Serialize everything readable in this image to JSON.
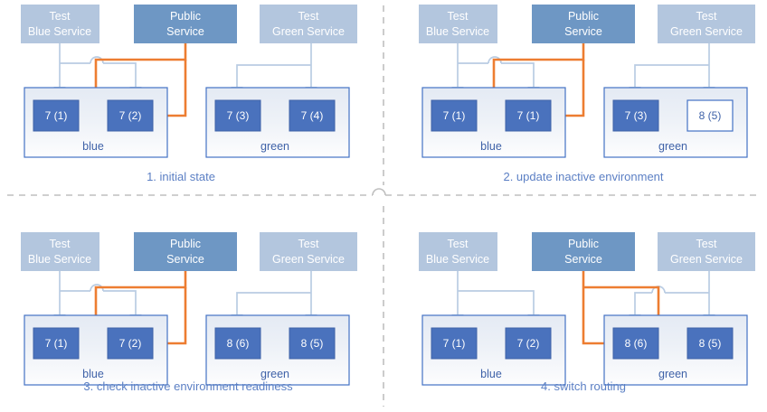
{
  "figure": {
    "title_present": false,
    "panel_count": 4
  },
  "colors": {
    "test_service_fill": "#B3C6DE",
    "public_service_fill": "#6E97C4",
    "version_box_fill": "#4A72BD",
    "version_box_border": "#3F62A8",
    "version_box_ghost_fill": "#FFFFFF",
    "env_box_fill": "#EDF1F7",
    "env_box_border": "#4472C4",
    "light_arrow": "#B9CCE3",
    "orange_arrow": "#ED7D31",
    "caption_text": "#5B7FC4",
    "divider": "#BFBFBF",
    "service_text": "#FFFFFF",
    "env_text": "#3F62A8"
  },
  "services": {
    "test_blue": {
      "line1": "Test",
      "line2": "Blue Service"
    },
    "public": {
      "line1": "Public",
      "line2": "Service"
    },
    "test_green": {
      "line1": "Test",
      "line2": "Green Service"
    }
  },
  "environments": {
    "blue_label": "blue",
    "green_label": "green"
  },
  "panels": [
    {
      "id": "panel-1",
      "caption": "1. initial state",
      "blue_env": {
        "label": "blue",
        "instances": [
          {
            "text": "7 (1)",
            "style": "filled"
          },
          {
            "text": "7 (2)",
            "style": "filled"
          }
        ]
      },
      "green_env": {
        "label": "green",
        "instances": [
          {
            "text": "7 (3)",
            "style": "filled"
          },
          {
            "text": "7 (4)",
            "style": "filled"
          }
        ]
      },
      "public_routes_to": "blue",
      "test_blue_targets": [
        "7 (1)",
        "7 (2)"
      ],
      "test_green_targets": [
        "7 (3)",
        "7 (4)"
      ]
    },
    {
      "id": "panel-2",
      "caption": "2. update inactive environment",
      "blue_env": {
        "label": "blue",
        "instances": [
          {
            "text": "7 (1)",
            "style": "filled"
          },
          {
            "text": "7 (1)",
            "style": "filled"
          }
        ]
      },
      "green_env": {
        "label": "green",
        "instances": [
          {
            "text": "7 (3)",
            "style": "filled"
          },
          {
            "text": "8 (5)",
            "style": "outline"
          }
        ]
      },
      "public_routes_to": "blue",
      "test_blue_targets": [
        "7 (1)",
        "7 (1)"
      ],
      "test_green_targets": [
        "7 (3)",
        "8 (5)"
      ]
    },
    {
      "id": "panel-3",
      "caption": "3. check inactive environment readiness",
      "blue_env": {
        "label": "blue",
        "instances": [
          {
            "text": "7 (1)",
            "style": "filled"
          },
          {
            "text": "7 (2)",
            "style": "filled"
          }
        ]
      },
      "green_env": {
        "label": "green",
        "instances": [
          {
            "text": "8 (6)",
            "style": "filled"
          },
          {
            "text": "8 (5)",
            "style": "filled"
          }
        ]
      },
      "public_routes_to": "blue",
      "test_blue_targets": [
        "7 (1)",
        "7 (2)"
      ],
      "test_green_targets": [
        "8 (6)",
        "8 (5)"
      ]
    },
    {
      "id": "panel-4",
      "caption": "4. switch routing",
      "blue_env": {
        "label": "blue",
        "instances": [
          {
            "text": "7 (1)",
            "style": "filled"
          },
          {
            "text": "7 (2)",
            "style": "filled"
          }
        ]
      },
      "green_env": {
        "label": "green",
        "instances": [
          {
            "text": "8 (6)",
            "style": "filled"
          },
          {
            "text": "8 (5)",
            "style": "filled"
          }
        ]
      },
      "public_routes_to": "green",
      "test_blue_targets": [
        "7 (1)",
        "7 (2)"
      ],
      "test_green_targets": [
        "8 (6)",
        "8 (5)"
      ]
    }
  ]
}
